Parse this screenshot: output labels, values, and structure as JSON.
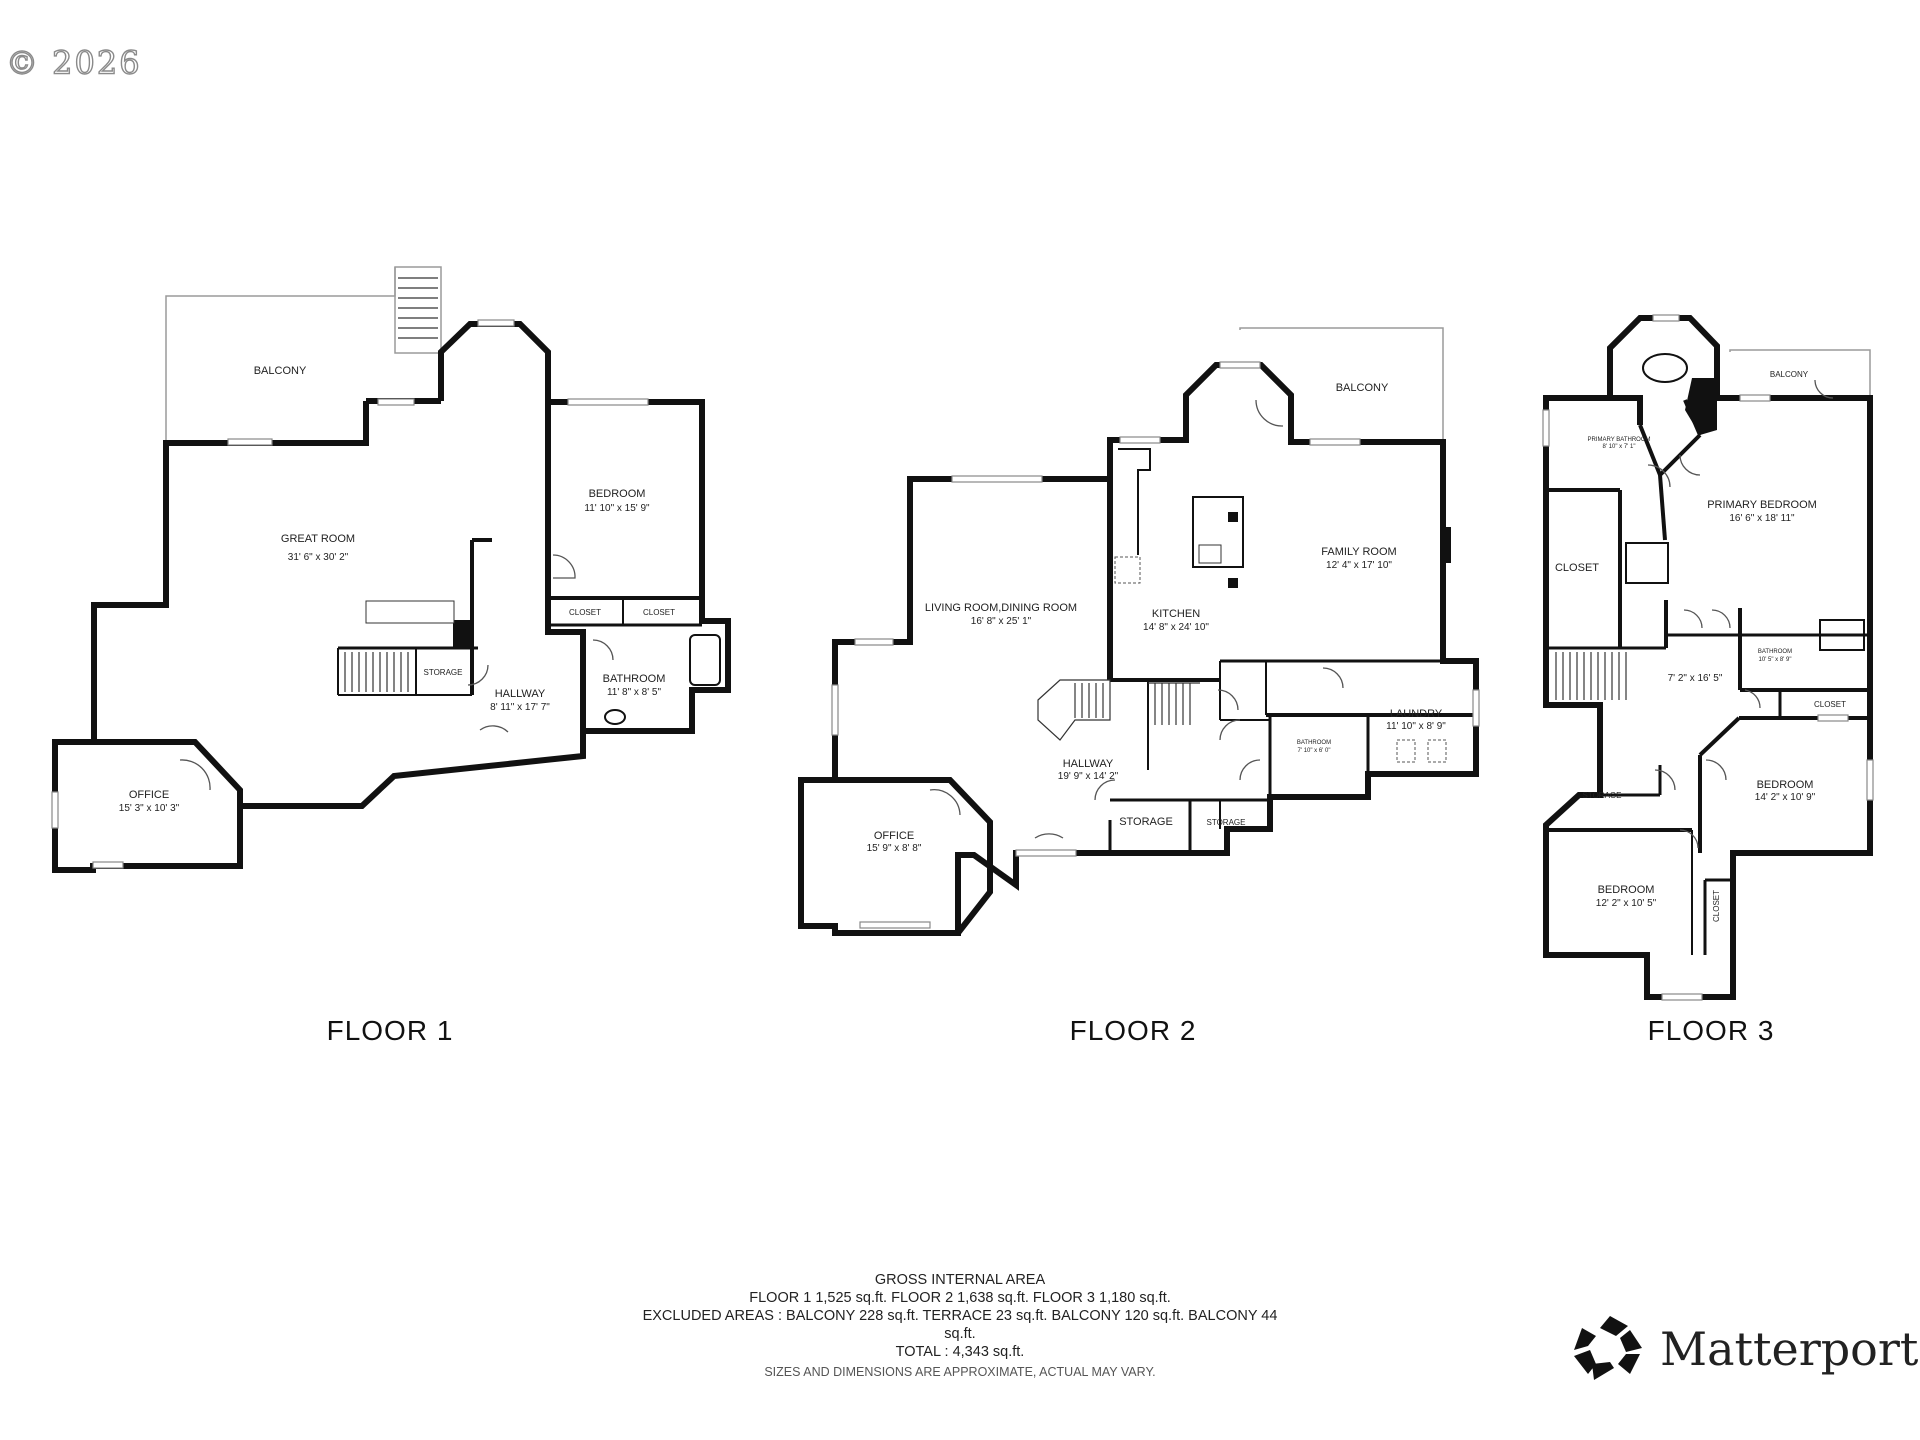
{
  "watermark": "© 2026",
  "floors": [
    {
      "label": "FLOOR 1",
      "rooms": [
        {
          "name": "BALCONY",
          "dims": ""
        },
        {
          "name": "GREAT ROOM",
          "dims": "31' 6\" x 30' 2\""
        },
        {
          "name": "BEDROOM",
          "dims": "11' 10\" x 15' 9\""
        },
        {
          "name": "CLOSET",
          "dims": ""
        },
        {
          "name": "CLOSET",
          "dims": ""
        },
        {
          "name": "STORAGE",
          "dims": ""
        },
        {
          "name": "HALLWAY",
          "dims": "8' 11\" x 17' 7\""
        },
        {
          "name": "BATHROOM",
          "dims": "11' 8\" x 8' 5\""
        },
        {
          "name": "OFFICE",
          "dims": "15' 3\" x 10' 3\""
        }
      ]
    },
    {
      "label": "FLOOR 2",
      "rooms": [
        {
          "name": "BALCONY",
          "dims": ""
        },
        {
          "name": "LIVING ROOM,DINING ROOM",
          "dims": "16' 8\" x 25' 1\""
        },
        {
          "name": "KITCHEN",
          "dims": "14' 8\" x 24' 10\""
        },
        {
          "name": "FAMILY ROOM",
          "dims": "12' 4\" x 17' 10\""
        },
        {
          "name": "LAUNDRY",
          "dims": "11' 10\" x 8' 9\""
        },
        {
          "name": "BATHROOM",
          "dims": "7' 10\" x 6' 0\""
        },
        {
          "name": "HALLWAY",
          "dims": "19' 9\" x 14' 2\""
        },
        {
          "name": "STORAGE",
          "dims": ""
        },
        {
          "name": "STORAGE",
          "dims": ""
        },
        {
          "name": "OFFICE",
          "dims": "15' 9\" x 8' 8\""
        }
      ]
    },
    {
      "label": "FLOOR 3",
      "rooms": [
        {
          "name": "BALCONY",
          "dims": ""
        },
        {
          "name": "PRIMARY BATHROOM",
          "dims": "8' 10\" x 7' 1\""
        },
        {
          "name": "PRIMARY BEDROOM",
          "dims": "16' 6\" x 18' 11\""
        },
        {
          "name": "CLOSET",
          "dims": ""
        },
        {
          "name": "BATHROOM",
          "dims": "10' 5\" x 8' 9\""
        },
        {
          "name": "CLOSET",
          "dims": ""
        },
        {
          "name": "",
          "dims": "7' 2\" x 16' 5\""
        },
        {
          "name": "STORAGE",
          "dims": ""
        },
        {
          "name": "BEDROOM",
          "dims": "14' 2\" x 10' 9\""
        },
        {
          "name": "BEDROOM",
          "dims": "12' 2\" x 10' 5\""
        },
        {
          "name": "CLOSET",
          "dims": ""
        }
      ]
    }
  ],
  "summary": {
    "heading": "GROSS INTERNAL AREA",
    "floor_line": "FLOOR 1 1,525 sq.ft.   FLOOR 2 1,638 sq.ft.   FLOOR 3 1,180 sq.ft.",
    "excluded_line_1": "EXCLUDED AREAS :  BALCONY 228 sq.ft.   TERRACE 23 sq.ft.   BALCONY 120 sq.ft.   BALCONY 44",
    "excluded_line_2": "sq.ft.",
    "total_line": "TOTAL :  4,343 sq.ft.",
    "disclaimer": "SIZES AND DIMENSIONS ARE APPROXIMATE, ACTUAL MAY VARY."
  },
  "brand": {
    "name": "Matterport",
    "icon": "matterport-logo-icon"
  }
}
